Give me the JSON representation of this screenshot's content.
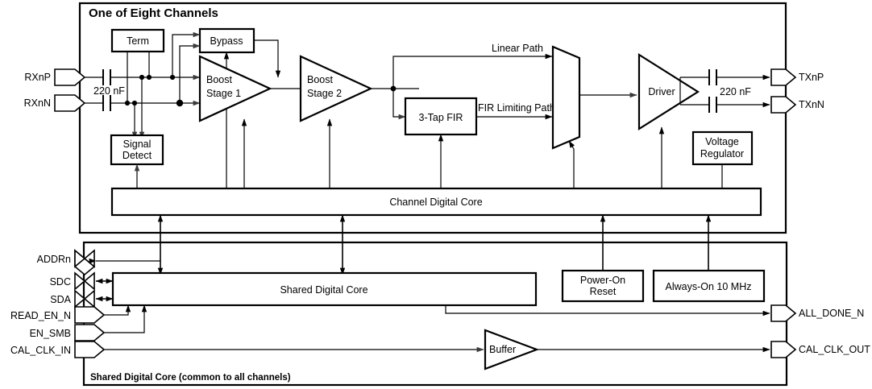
{
  "diagram": {
    "title": "One of Eight Channels",
    "bottom_caption": "Shared Digital Core (common to all channels)"
  },
  "channel": {
    "blocks": {
      "term": "Term",
      "bypass": "Bypass",
      "signal_detect_l1": "Signal",
      "signal_detect_l2": "Detect",
      "boost1_l1": "Boost",
      "boost1_l2": "Stage 1",
      "boost2_l1": "Boost",
      "boost2_l2": "Stage 2",
      "fir": "3-Tap FIR",
      "driver": "Driver",
      "voltage_regulator_l1": "Voltage",
      "voltage_regulator_l2": "Regulator",
      "channel_digital_core": "Channel Digital Core"
    },
    "labels": {
      "cap_in": "220 nF",
      "cap_out": "220 nF",
      "linear_path": "Linear Path",
      "fir_limiting_path": "FIR Limiting Path"
    },
    "pins": {
      "rxnp": "RXnP",
      "rxnn": "RXnN",
      "txnp": "TXnP",
      "txnn": "TXnN"
    }
  },
  "shared": {
    "blocks": {
      "shared_digital_core": "Shared Digital Core",
      "power_on_reset_l1": "Power-On",
      "power_on_reset_l2": "Reset",
      "always_on_clock": "Always-On 10 MHz",
      "buffer": "Buffer"
    },
    "pins": {
      "addrn": "ADDRn",
      "sdc": "SDC",
      "sda": "SDA",
      "read_en_n": "READ_EN_N",
      "en_smb": "EN_SMB",
      "cal_clk_in": "CAL_CLK_IN",
      "all_done_n": "ALL_DONE_N",
      "cal_clk_out": "CAL_CLK_OUT"
    }
  },
  "style": {
    "line_color": "#000000",
    "fill_color": "#ffffff"
  }
}
